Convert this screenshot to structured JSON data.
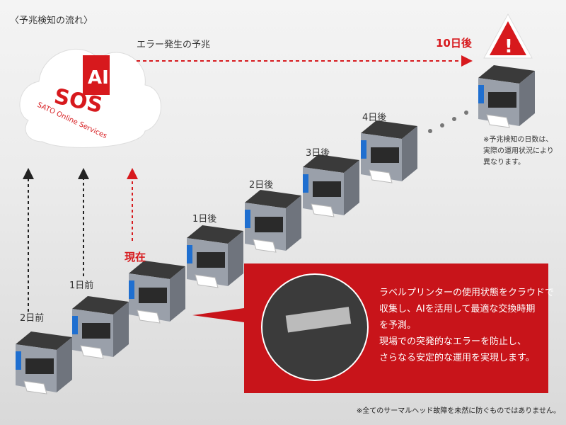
{
  "title": "〈予兆検知の流れ〉",
  "error_sign_label": "エラー発生の予兆",
  "cloud": {
    "badge": "AI",
    "logo": "SOS",
    "subtitle": "SATO Online Services"
  },
  "timeline": [
    "2日前",
    "1日前",
    "現在",
    "1日後",
    "2日後",
    "3日後",
    "4日後",
    "10日後"
  ],
  "note": [
    "※予兆検知の日数は、",
    "実際の運用状況により",
    "異なります。"
  ],
  "description": [
    "ラベルプリンターの使用状態をクラウドで",
    "収集し、AIを活用して最適な交換時期",
    "を予測。",
    "現場での突発的なエラーを防止し、",
    "さらなる安定的な運用を実現します。"
  ],
  "footnote": "※全てのサーマルヘッド故障を未然に防ぐものではありません。",
  "colors": {
    "accent": "#d7191d",
    "printer_body": "#8a8f99",
    "printer_dark": "#2a2a2a",
    "printer_blue": "#1f6fd0"
  }
}
